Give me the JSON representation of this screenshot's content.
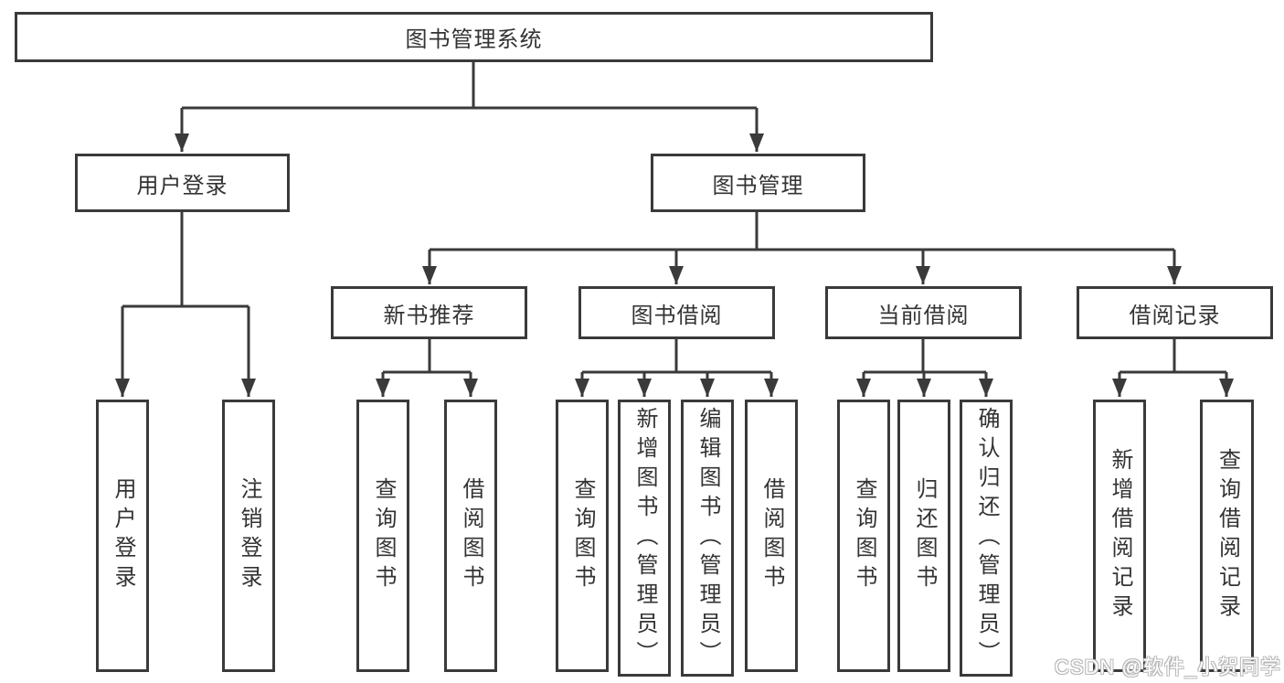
{
  "tree": {
    "root": {
      "label": "图书管理系统"
    },
    "branches": [
      {
        "label": "用户登录",
        "children": [
          {
            "label": "用户登录"
          },
          {
            "label": "注销登录"
          }
        ]
      },
      {
        "label": "图书管理",
        "children": [
          {
            "label": "新书推荐",
            "children": [
              {
                "label": "查询图书"
              },
              {
                "label": "借阅图书"
              }
            ]
          },
          {
            "label": "图书借阅",
            "children": [
              {
                "label": "查询图书"
              },
              {
                "label": "新增图书（管理员）"
              },
              {
                "label": "编辑图书（管理员）"
              },
              {
                "label": "借阅图书"
              }
            ]
          },
          {
            "label": "当前借阅",
            "children": [
              {
                "label": "查询图书"
              },
              {
                "label": "归还图书"
              },
              {
                "label": "确认归还（管理员）"
              }
            ]
          },
          {
            "label": "借阅记录",
            "children": [
              {
                "label": "新增借阅记录"
              },
              {
                "label": "查询借阅记录"
              }
            ]
          }
        ]
      }
    ]
  },
  "watermark": {
    "text": "CSDN @软件_小贺同学"
  },
  "colors": {
    "line": "#3a3a3a",
    "text": "#333333",
    "box_background": "#ffffff",
    "watermark_fill": "#ffffff",
    "watermark_outline": "#b9b9b9"
  }
}
